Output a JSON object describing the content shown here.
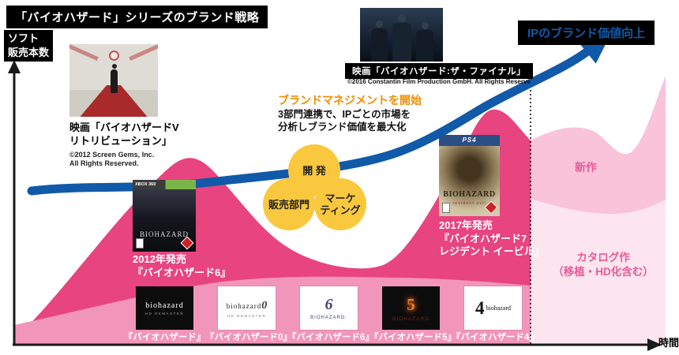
{
  "title": "「バイオハザード」シリーズのブランド戦略",
  "axes": {
    "y_label": "ソフト\n販売本数",
    "x_label": "時間"
  },
  "goal_banner": "IPのブランド価値向上",
  "brand_management": {
    "heading": "ブランドマネジメントを開始",
    "description": "3部門連携で、IPごとの市場を\n分析しブランド価値を最大化",
    "circles": [
      {
        "label": "開 発"
      },
      {
        "label": "販売部門"
      },
      {
        "label": "マーケ\nティング"
      }
    ]
  },
  "movies": [
    {
      "caption": "映画「バイオハザードV\nリトリビューション」",
      "copyright": "©2012 Screen Gems, Inc.\nAll Rights Reserved."
    },
    {
      "caption": "映画「バイオハザード:ザ・ファイナル」",
      "copyright": "©2016 Constantin Film Production GmbH. All Rights Reserve"
    }
  ],
  "releases": [
    {
      "platform": "XBOX 360",
      "cover_title": "BIOHAZARD",
      "label": "2012年発売\n『バイオハザード6』"
    },
    {
      "platform": "PS4",
      "cover_title": "BIOHAZARD",
      "cover_subtitle": "resident evil",
      "label": "2017年発売\n『バイオハザード7\nレジデント イービル』"
    }
  ],
  "catalog_row": [
    {
      "cover_text": "biohazard",
      "cover_sub": "HD REMASTER",
      "label": "『バイオハザード』"
    },
    {
      "cover_text": "biohazard",
      "cover_num": "0",
      "cover_sub": "HD REMASTER",
      "label": "『バイオハザード0』"
    },
    {
      "cover_num": "6",
      "cover_text": "BIOHAZARD.",
      "label": "『バイオハザード6』"
    },
    {
      "cover_num": "5",
      "cover_text": "BIOHAZARD",
      "label": "『バイオハザード5』"
    },
    {
      "cover_num": "4",
      "cover_text": "biohazard",
      "label": "『バイオハザード4』"
    }
  ],
  "regions": {
    "new_titles": "新作",
    "catalog": "カタログ作\n（移植・HD化含む）"
  },
  "colors": {
    "wave_dark": "#E74480",
    "wave_medium": "#F295BB",
    "wave_light": "#F9C3DA",
    "wave_lightest": "#FDE5F0",
    "arrow_blue": "#1159A9",
    "circle_yellow": "#FAC83E",
    "heading_orange": "#F18D00",
    "region_label_pink": "#E75A96"
  }
}
